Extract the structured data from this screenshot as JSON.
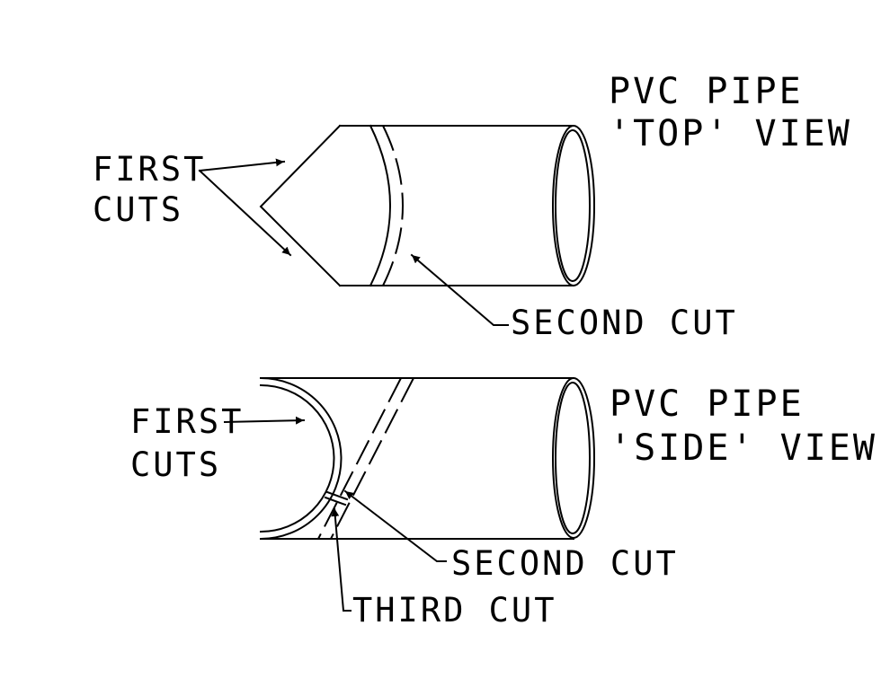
{
  "top_view": {
    "title_line1": "PVC PIPE",
    "title_line2": "'TOP' VIEW",
    "first_cuts_line1": "FIRST",
    "first_cuts_line2": "CUTS",
    "second_cut": "SECOND CUT"
  },
  "side_view": {
    "title_line1": "PVC PIPE",
    "title_line2": "'SIDE' VIEW",
    "first_cuts_line1": "FIRST",
    "first_cuts_line2": "CUTS",
    "second_cut": "SECOND CUT",
    "third_cut": "THIRD CUT"
  },
  "colors": {
    "ink": "#000000",
    "paper": "#ffffff"
  }
}
